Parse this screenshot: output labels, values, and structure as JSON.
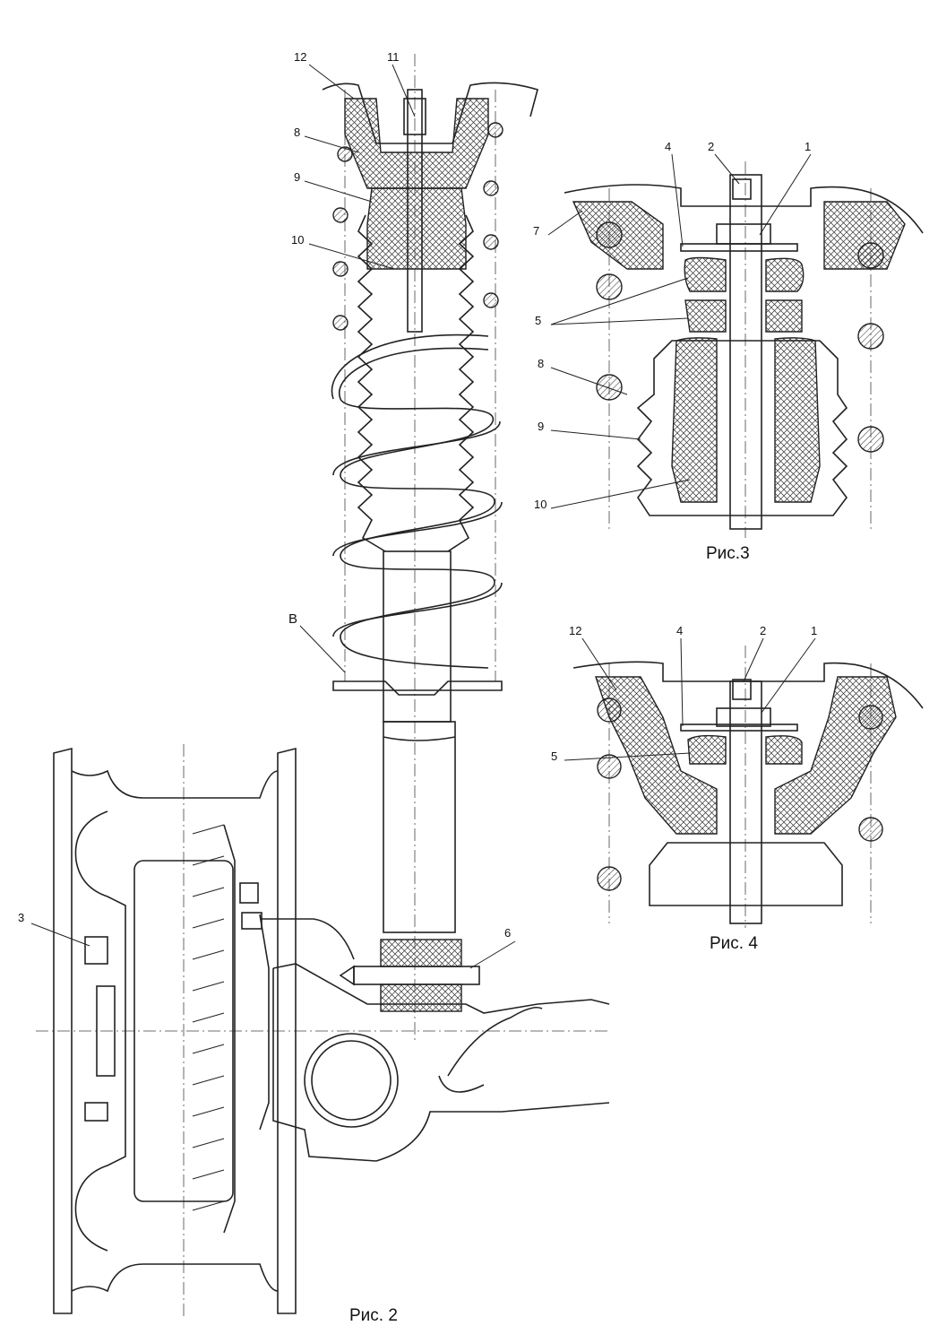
{
  "figures": [
    {
      "caption": "Рис. 2",
      "labels": [
        "12",
        "11",
        "8",
        "9",
        "10",
        "B",
        "3",
        "6"
      ]
    },
    {
      "caption": "Рис.3",
      "labels": [
        "4",
        "2",
        "1",
        "7",
        "5",
        "8",
        "9",
        "10"
      ]
    },
    {
      "caption": "Рис. 4",
      "labels": [
        "12",
        "4",
        "2",
        "1",
        "5"
      ]
    }
  ]
}
